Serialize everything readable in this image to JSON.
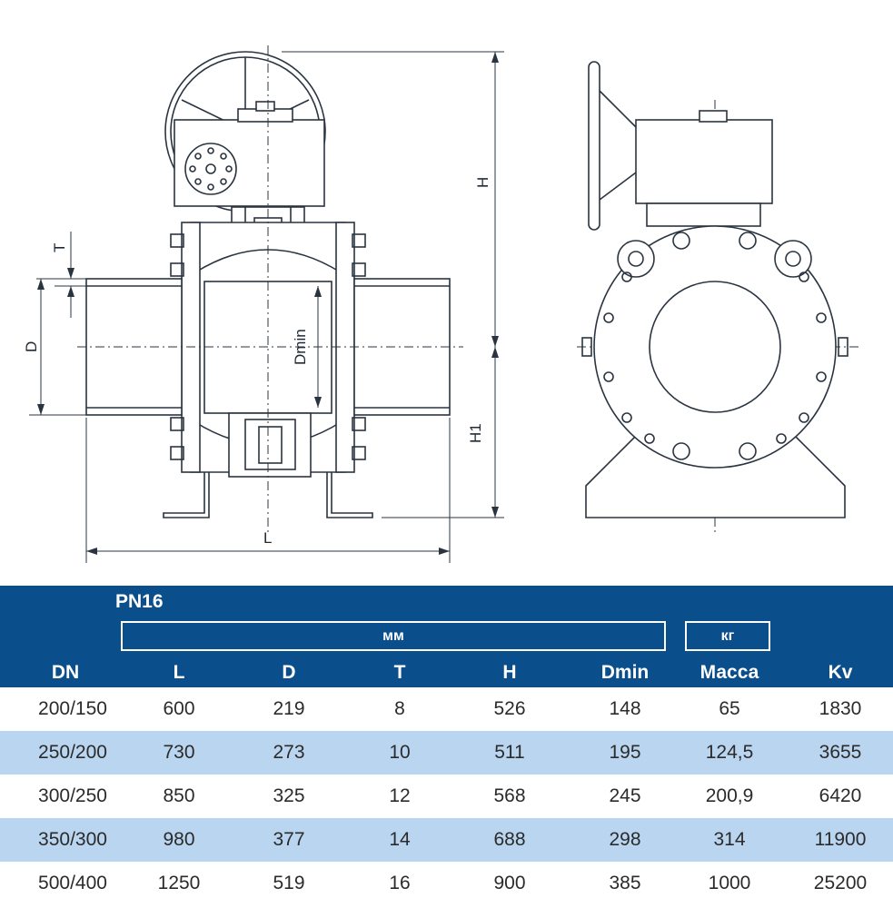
{
  "drawing": {
    "dim_labels": {
      "T": "T",
      "D": "D",
      "Dmin": "Dmin",
      "H": "H",
      "H1": "H1",
      "L": "L"
    }
  },
  "table": {
    "pressure": "PN16",
    "unit_mm": "мм",
    "unit_kg": "кг",
    "columns": [
      "DN",
      "L",
      "D",
      "T",
      "H",
      "Dmin",
      "Масса",
      "Kv"
    ],
    "rows": [
      [
        "200/150",
        "600",
        "219",
        "8",
        "526",
        "148",
        "65",
        "1830"
      ],
      [
        "250/200",
        "730",
        "273",
        "10",
        "511",
        "195",
        "124,5",
        "3655"
      ],
      [
        "300/250",
        "850",
        "325",
        "12",
        "568",
        "245",
        "200,9",
        "6420"
      ],
      [
        "350/300",
        "980",
        "377",
        "14",
        "688",
        "298",
        "314",
        "11900"
      ],
      [
        "500/400",
        "1250",
        "519",
        "16",
        "900",
        "385",
        "1000",
        "25200"
      ]
    ],
    "colors": {
      "header_bg": "#0a4f8c",
      "alt_row_bg": "#b9d5ef",
      "text": "#2b2b2b"
    }
  }
}
